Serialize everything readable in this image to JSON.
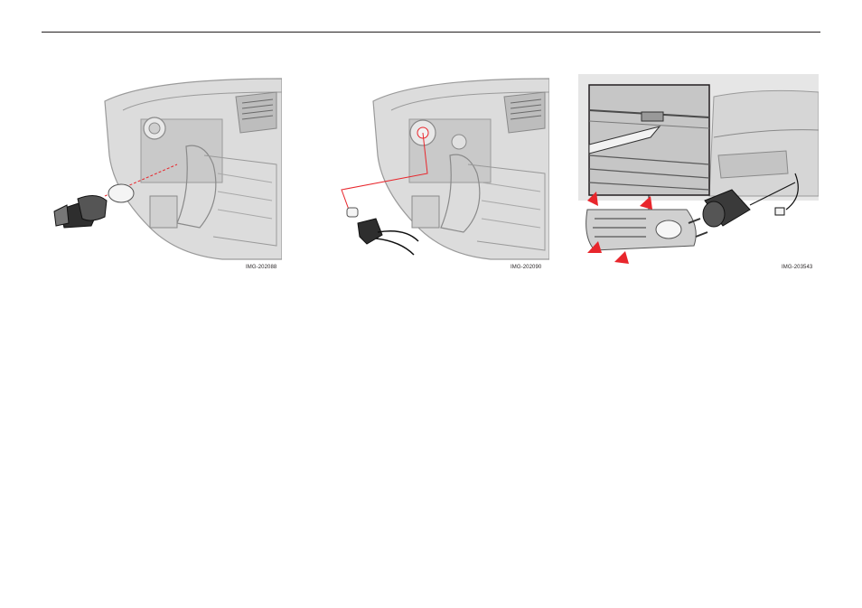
{
  "figures": [
    {
      "id": "IMG-202088",
      "caption": "IMG-202088",
      "icon": "bulb-holder-removal-illustration"
    },
    {
      "id": "IMG-202090",
      "caption": "IMG-202090",
      "icon": "bulb-socket-illustration"
    },
    {
      "id": "IMG-203543",
      "caption": "IMG-203543",
      "icon": "fog-light-grille-removal-illustration"
    }
  ],
  "colors": {
    "line": "#231f20",
    "body_gray": "#d9d9d9",
    "mid_gray": "#b3b3b3",
    "dark": "#3a3a3a",
    "accent_red": "#e8262c"
  }
}
